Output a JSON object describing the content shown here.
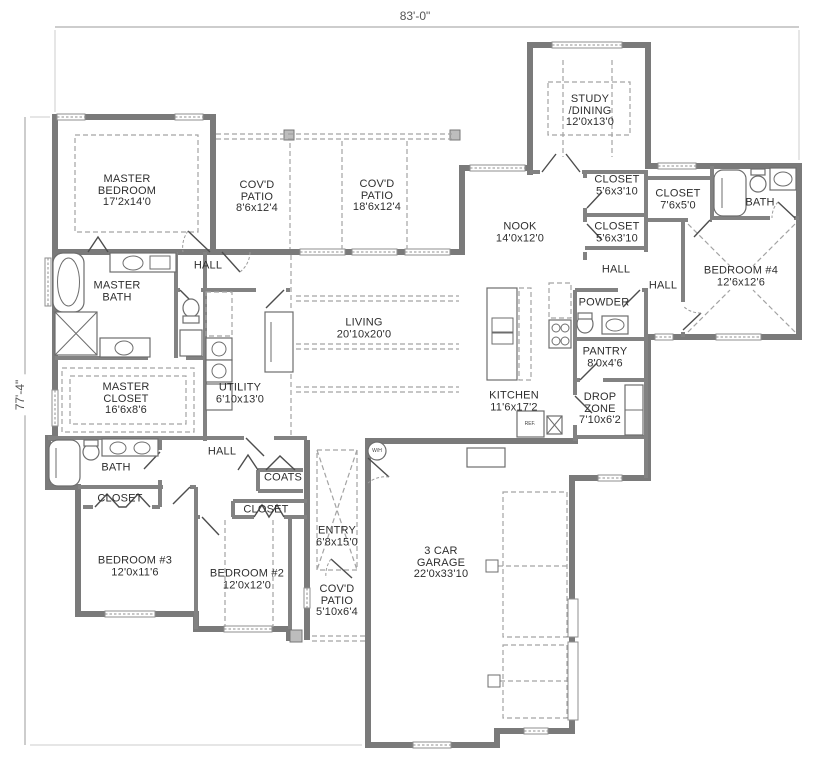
{
  "dimensions": {
    "width_label": "83'-0\"",
    "height_label": "77'-4\""
  },
  "rooms": {
    "master_bedroom": {
      "l1": "MASTER",
      "l2": "BEDROOM",
      "l3": "17'2x14'0"
    },
    "covd_patio_rear_small": {
      "l1": "COV'D",
      "l2": "PATIO",
      "l3": "8'6x12'4"
    },
    "covd_patio_rear_large": {
      "l1": "COV'D",
      "l2": "PATIO",
      "l3": "18'6x12'4"
    },
    "study_dining": {
      "l1": "STUDY",
      "l2": "/DINING",
      "l3": "12'0x13'0"
    },
    "nook": {
      "l1": "NOOK",
      "l2": "14'0x12'0"
    },
    "closet_hall_upper": {
      "l1": "CLOSET",
      "l2": "5'6x3'10"
    },
    "closet_hall_lower": {
      "l1": "CLOSET",
      "l2": "5'6x3'10"
    },
    "closet_bedroom4": {
      "l1": "CLOSET",
      "l2": "7'6x5'0"
    },
    "bath_bedroom4": {
      "l1": "BATH"
    },
    "bedroom4": {
      "l1": "BEDROOM #4",
      "l2": "12'6x12'6"
    },
    "hall_bedroom4": {
      "l1": "HALL"
    },
    "hall_nook": {
      "l1": "HALL"
    },
    "powder": {
      "l1": "POWDER"
    },
    "pantry": {
      "l1": "PANTRY",
      "l2": "8'0x4'6"
    },
    "kitchen": {
      "l1": "KITCHEN",
      "l2": "11'6x17'2"
    },
    "drop_zone": {
      "l1": "DROP",
      "l2": "ZONE",
      "l3": "7'10x6'2"
    },
    "living": {
      "l1": "LIVING",
      "l2": "20'10x20'0"
    },
    "utility": {
      "l1": "UTILITY",
      "l2": "6'10x13'0"
    },
    "master_bath": {
      "l1": "MASTER",
      "l2": "BATH"
    },
    "master_closet": {
      "l1": "MASTER",
      "l2": "CLOSET",
      "l3": "16'6x8'6"
    },
    "hall_master": {
      "l1": "HALL"
    },
    "hall_bedrooms": {
      "l1": "HALL"
    },
    "bath_hall": {
      "l1": "BATH"
    },
    "closet_bedroom3": {
      "l1": "CLOSET"
    },
    "bedroom3": {
      "l1": "BEDROOM #3",
      "l2": "12'0x11'6"
    },
    "coats": {
      "l1": "COATS"
    },
    "closet_bedroom2": {
      "l1": "CLOSET"
    },
    "bedroom2": {
      "l1": "BEDROOM #2",
      "l2": "12'0x12'0"
    },
    "entry": {
      "l1": "ENTRY",
      "l2": "6'8x15'0"
    },
    "covd_patio_front": {
      "l1": "COV'D",
      "l2": "PATIO",
      "l3": "5'10x6'4"
    },
    "garage": {
      "l1": "3 CAR",
      "l2": "GARAGE",
      "l3": "22'0x33'10"
    }
  },
  "fixtures": {
    "refrigerator": "REF.",
    "water_heater": "W/H"
  },
  "colors": {
    "background": "#ffffff",
    "walls": "#7a7a7a",
    "text": "#2e2e2e",
    "dashed": "#a3a3a3"
  }
}
